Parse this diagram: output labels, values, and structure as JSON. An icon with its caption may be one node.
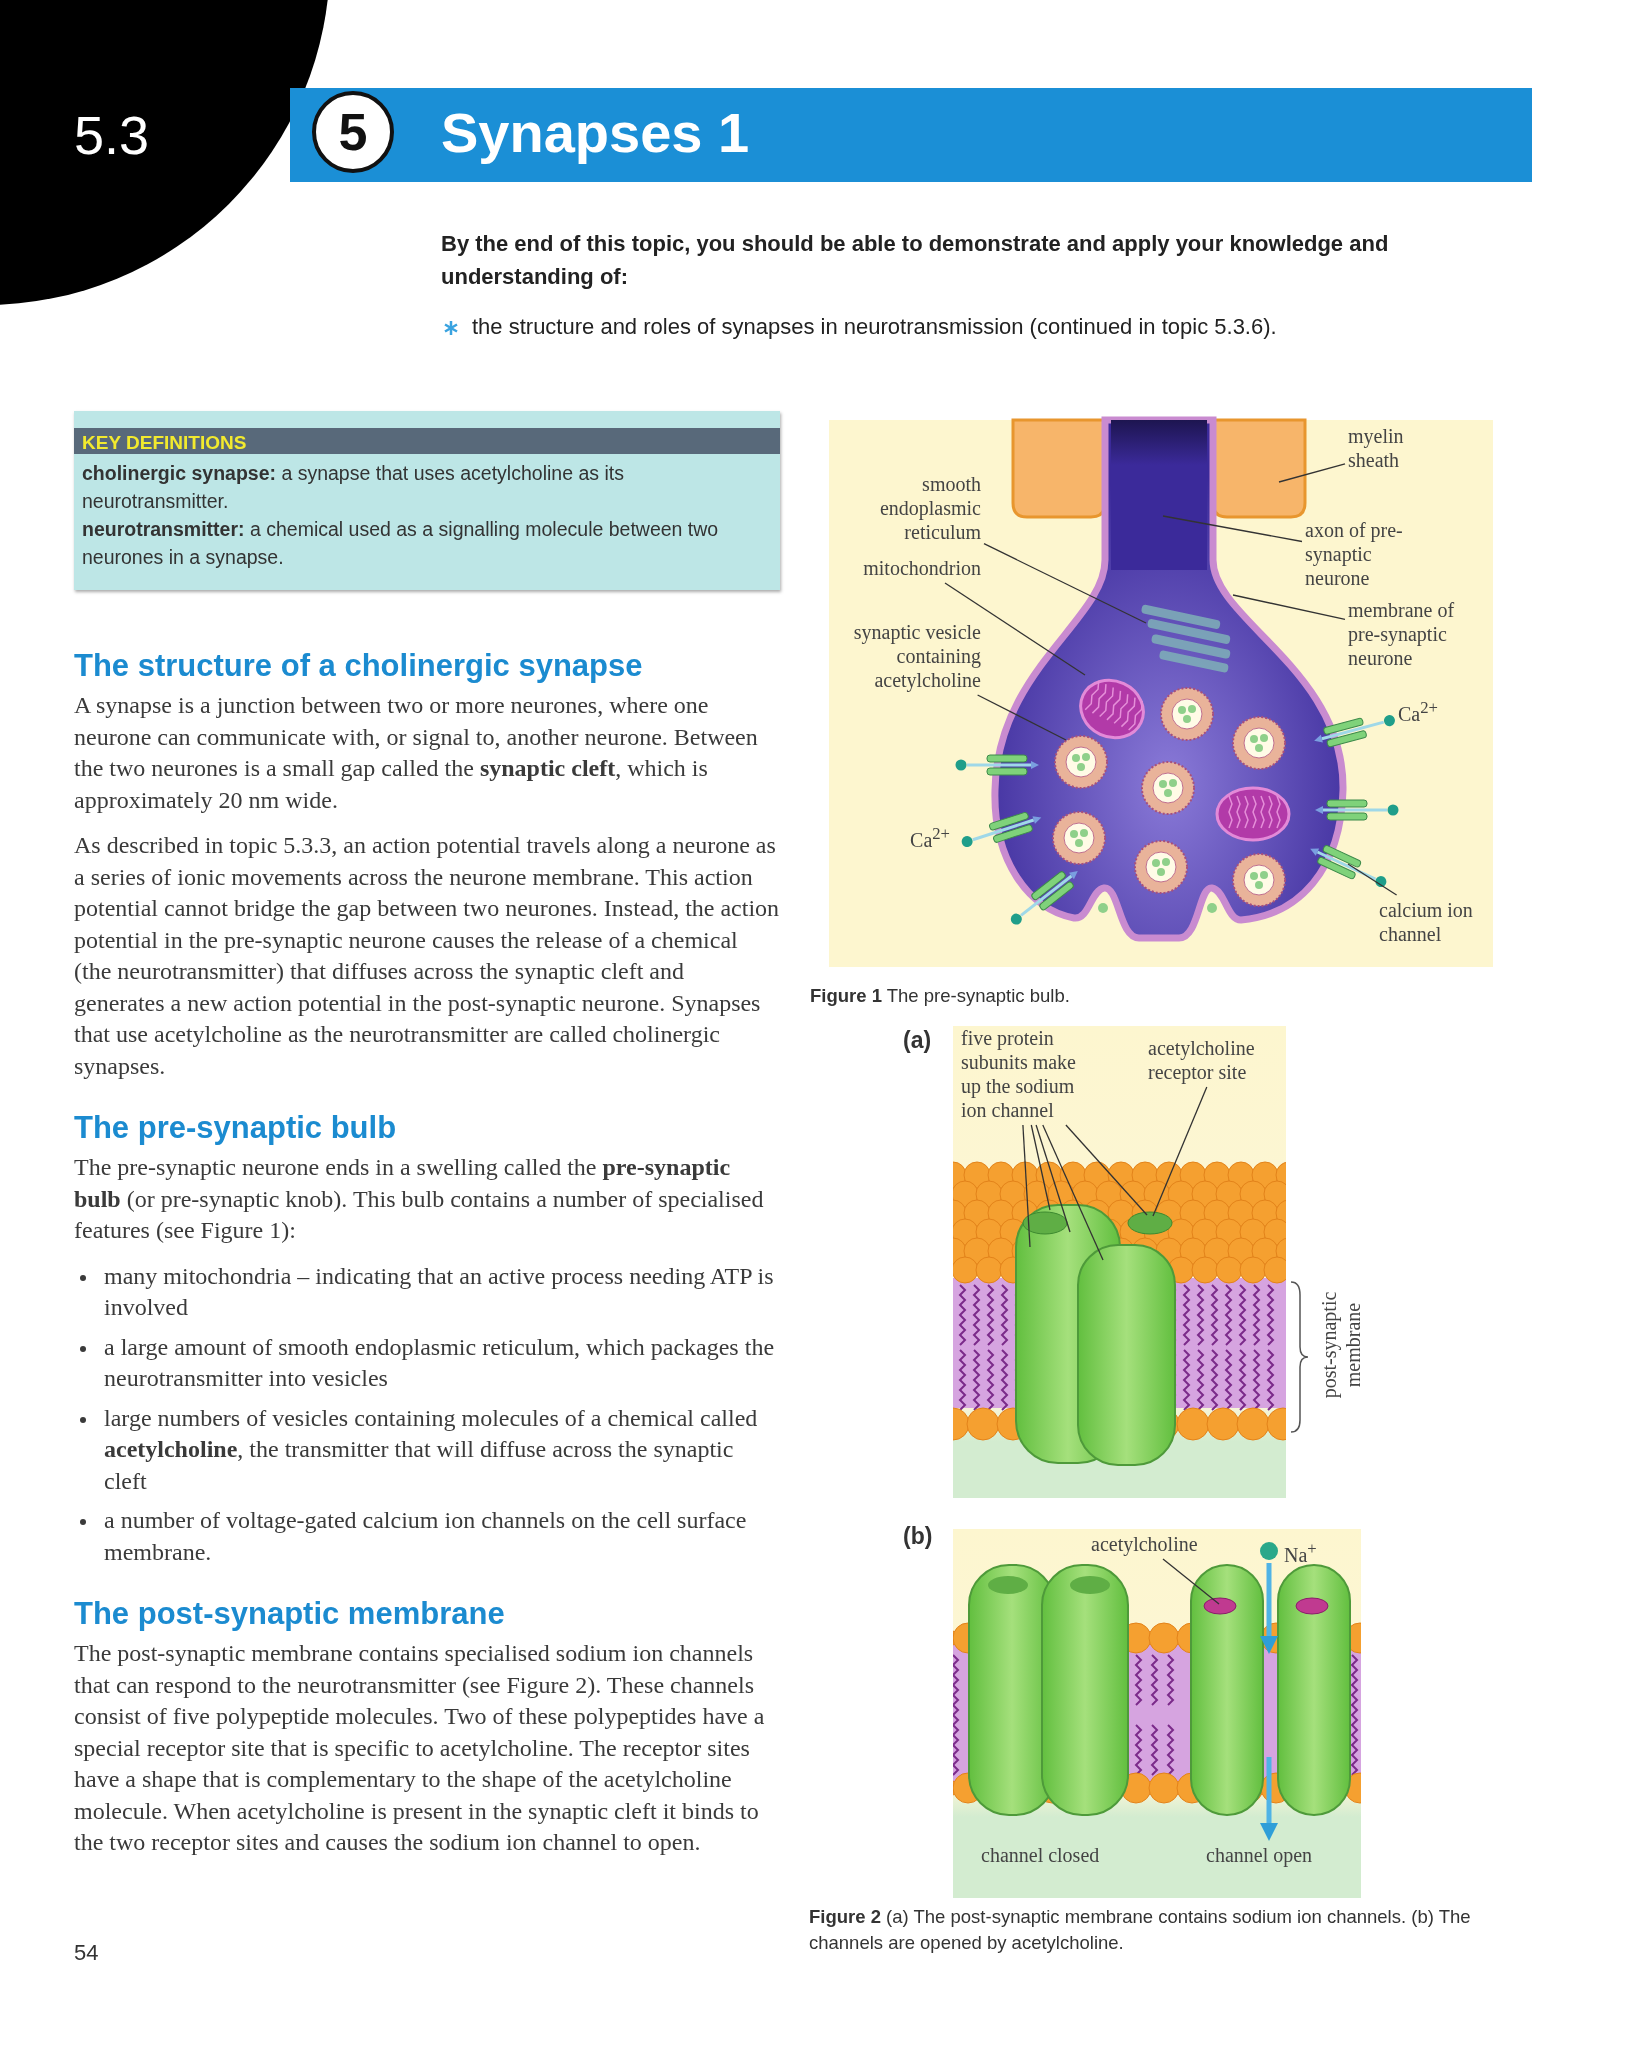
{
  "diagram": {
    "title": "Synapses 1",
    "nodes": [
      {
        "text": [
          "myelin sheath"
        ]
      },
      {
        "text": [
          "smooth endoplasmic reticulum"
        ]
      },
      {
        "text": [
          "axon of pre-synaptic neurone"
        ]
      },
      {
        "text": [
          "mitochondrion"
        ]
      },
      {
        "text": [
          "membrane of pre-synaptic neurone"
        ]
      },
      {
        "text": [
          "synaptic vesicle containing acetylcholine"
        ]
      },
      {
        "text": [
          "calcium ion channel"
        ]
      },
      {
        "text": [
          "five protein subunits make up the sodium ion channel"
        ]
      },
      {
        "text": [
          "acetylcholine receptor site"
        ]
      },
      {
        "text": [
          "acetylcholine"
        ]
      }
    ],
    "edges": [
      {
        "from": 0,
        "to": null,
        "arrow": "none"
      },
      {
        "from": 1,
        "to": null,
        "arrow": "none"
      },
      {
        "from": 2,
        "to": null,
        "arrow": "none"
      },
      {
        "from": 3,
        "to": null,
        "arrow": "none"
      },
      {
        "from": 4,
        "to": null,
        "arrow": "none"
      },
      {
        "from": 5,
        "to": null,
        "arrow": "none"
      },
      {
        "from": 6,
        "to": null,
        "arrow": "none"
      },
      {
        "from": 7,
        "to": null,
        "arrow": "none"
      },
      {
        "from": 7,
        "to": null,
        "arrow": "none"
      },
      {
        "from": 7,
        "to": null,
        "arrow": "none"
      },
      {
        "from": 7,
        "to": null,
        "arrow": "none"
      },
      {
        "from": 7,
        "to": null,
        "arrow": "none"
      },
      {
        "from": 8,
        "to": null,
        "arrow": "none"
      },
      {
        "from": 9,
        "to": null,
        "arrow": "none"
      }
    ],
    "labels": [
      "5.3",
      "5",
      "By the end of this topic, you should be able to demonstrate and apply your knowledge and understanding of:",
      "the structure and roles of synapses in neurotransmission (continued in topic 5.3.6).",
      "KEY DEFINITIONS",
      "**cholinergic synapse:** a synapse that uses acetylcholine as its neurotransmitter.",
      "**neurotransmitter:** a chemical used as a signalling molecule between two neurones in a synapse.",
      "The structure of a cholinergic synapse",
      "A synapse is a junction between two or more neurones, where one neurone can communicate with, or signal to, another neurone. Between the two neurones is a small gap called the **synaptic cleft**, which is approximately 20 nm wide.",
      "As described in topic 5.3.3, an action potential travels along a neurone as a series of ionic movements across the neurone membrane. This action potential cannot bridge the gap between two neurones. Instead, the action potential in the pre-synaptic neurone causes the release of a chemical (the neurotransmitter) that diffuses across the synaptic cleft and generates a new action potential in the post-synaptic neurone. Synapses that use acetylcholine as the neurotransmitter are called cholinergic synapses.",
      "The pre-synaptic bulb",
      "The pre-synaptic neurone ends in a swelling called the **pre-synaptic bulb** (or pre-synaptic knob). This bulb contains a number of specialised features (see Figure 1):",
      "many mitochondria – indicating that an active process needing ATP is involved",
      "a large amount of smooth endoplasmic reticulum, which packages the neurotransmitter into vesicles",
      "large numbers of vesicles containing molecules of a chemical called **acetylcholine**, the transmitter that will diffuse across the synaptic cleft",
      "a number of voltage-gated calcium ion channels on the cell surface membrane.",
      "The post-synaptic membrane",
      "The post-synaptic membrane contains specialised sodium ion channels that can respond to the neurotransmitter (see Figure 2). These channels consist of five polypeptide molecules. Two of these polypeptides have a special receptor site that is specific to acetylcholine. The receptor sites have a shape that is complementary to the shape of the acetylcholine molecule. When acetylcholine is present in the synaptic cleft it binds to the two receptor sites and causes the sodium ion channel to open.",
      "54",
      "Ca$^{2+}$",
      "Ca$^{2+}$",
      "**Figure 1** The pre-synaptic bulb.",
      "(a)",
      "post-synaptic membrane",
      "(b)",
      "Na$^{+}$",
      "channel closed",
      "channel open",
      "**Figure 2** (a) The post-synaptic membrane contains sodium ion channels. (b) The channels are opened by acetylcholine."
    ]
  }
}
